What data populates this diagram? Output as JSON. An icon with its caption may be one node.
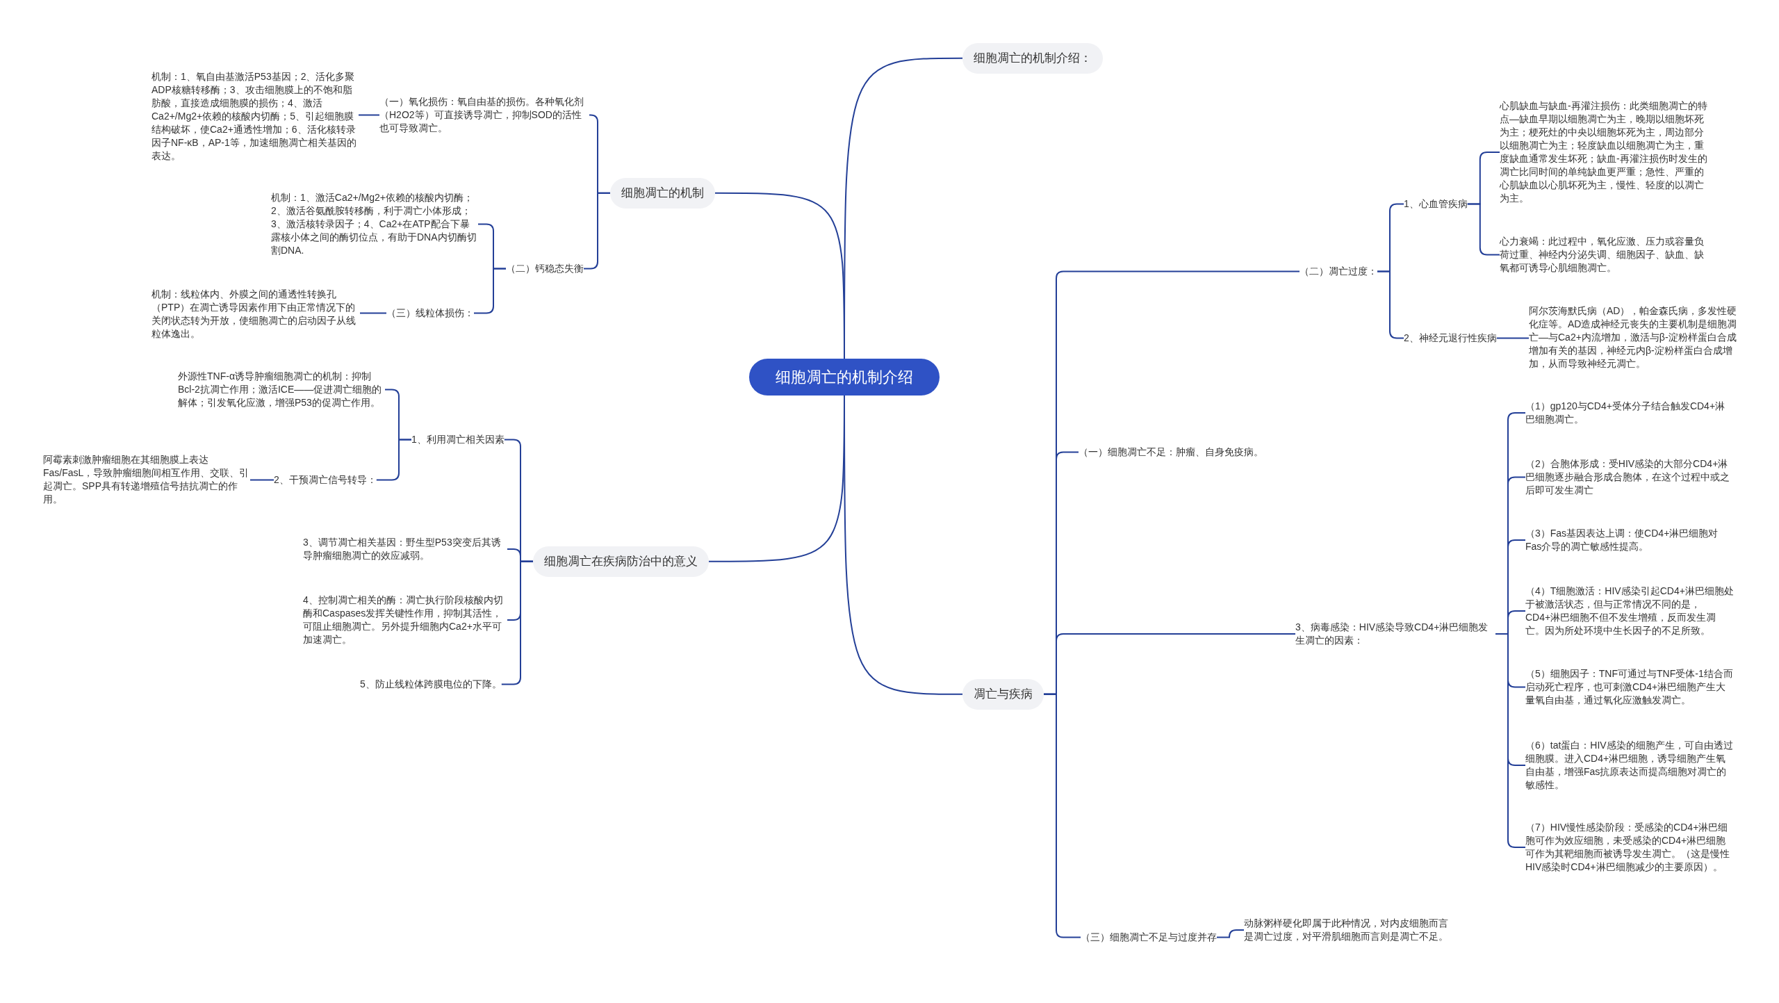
{
  "diagram": {
    "nodes": [
      {
        "text": [
          "细胞凋亡的机制介绍"
        ]
      },
      {
        "text": [
          "细胞凋亡的机制介绍："
        ]
      },
      {
        "text": [
          "细胞凋亡的机制"
        ]
      },
      {
        "text": [
          "（一）氧化损伤：氧自由基的损伤。各种氧化剂（H2O2等）可直接诱导凋亡，抑制SOD的活性也可导致凋亡。"
        ]
      },
      {
        "text": [
          "机制：1、氧自由基激活P53基因；2、活化多聚ADP核糖转移酶；3、攻击细胞膜上的不饱和脂肪酸，直接造成细胞膜的损伤；4、激活Ca2+/Mg2+依赖的核酸内切酶；5、引起细胞膜结构破坏，使Ca2+通透性增加；6、活化核转录因子NF-κB，AP-1等，加速细胞凋亡相关基因的表达。"
        ]
      },
      {
        "text": [
          "（二）钙稳态失衡"
        ]
      },
      {
        "text": [
          "机制：1、激活Ca2+/Mg2+依赖的核酸内切酶；2、激活谷氨酰胺转移酶，利于凋亡小体形成；3、激活核转录因子；4、Ca2+在ATP配合下暴露核小体之间的酶切位点，有助于DNA内切酶切割DNA."
        ]
      },
      {
        "text": [
          "（三）线粒体损伤："
        ]
      },
      {
        "text": [
          "机制：线粒体内、外膜之间的通透性转换孔（PTP）在凋亡诱导因素作用下由正常情况下的关闭状态转为开放，使细胞凋亡的启动因子从线粒体逸出。"
        ]
      },
      {
        "text": [
          "细胞凋亡在疾病防治中的意义"
        ]
      },
      {
        "text": [
          "1、利用凋亡相关因素"
        ]
      },
      {
        "text": [
          "外源性TNF-α诱导肿瘤细胞凋亡的机制：抑制Bcl-2抗凋亡作用；激活ICE——促进凋亡细胞的解体；引发氧化应激，增强P53的促凋亡作用。"
        ]
      },
      {
        "text": [
          "2、干预凋亡信号转导："
        ]
      },
      {
        "text": [
          "阿霉素刺激肿瘤细胞在其细胞膜上表达Fas/FasL，导致肿瘤细胞间相互作用、交联、引起凋亡。SPP具有转递增殖信号拮抗凋亡的作用。"
        ]
      },
      {
        "text": [
          "3、调节凋亡相关基因：野生型P53突变后其诱导肿瘤细胞凋亡的效应减弱。"
        ]
      },
      {
        "text": [
          "4、控制凋亡相关的酶：凋亡执行阶段核酸内切酶和Caspases发挥关键性作用，抑制其活性，可阻止细胞凋亡。另外提升细胞内Ca2+水平可加速凋亡。"
        ]
      },
      {
        "text": [
          "5、防止线粒体跨膜电位的下降。"
        ]
      },
      {
        "text": [
          "凋亡与疾病"
        ]
      },
      {
        "text": [
          "（一）细胞凋亡不足：肿瘤、自身免疫病。"
        ]
      },
      {
        "text": [
          "（二）凋亡过度："
        ]
      },
      {
        "text": [
          "1、心血管疾病"
        ]
      },
      {
        "text": [
          "心肌缺血与缺血-再灌注损伤：此类细胞凋亡的特点—缺血早期以细胞凋亡为主，晚期以细胞坏死为主；梗死灶的中央以细胞坏死为主，周边部分以细胞凋亡为主；轻度缺血以细胞凋亡为主，重度缺血通常发生坏死；缺血-再灌注损伤时发生的凋亡比同时间的单纯缺血更严重；急性、严重的心肌缺血以心肌坏死为主，慢性、轻度的以凋亡为主。"
        ]
      },
      {
        "text": [
          "心力衰竭：此过程中，氧化应激、压力或容量负荷过重、神经内分泌失调、细胞因子、缺血、缺氧都可诱导心肌细胞凋亡。"
        ]
      },
      {
        "text": [
          "2、神经元退行性疾病"
        ]
      },
      {
        "text": [
          "阿尔茨海默氏病（AD），帕金森氏病，多发性硬化症等。AD造成神经元丧失的主要机制是细胞凋亡—与Ca2+内流增加，激活与β-淀粉样蛋白合成增加有关的基因，神经元内β-淀粉样蛋白合成增加，从而导致神经元凋亡。"
        ]
      },
      {
        "text": [
          "3、病毒感染：HIV感染导致CD4+淋巴细胞发生凋亡的因素："
        ]
      },
      {
        "text": [
          "（1）gp120与CD4+受体分子结合触发CD4+淋巴细胞凋亡。"
        ]
      },
      {
        "text": [
          "（2）合胞体形成：受HIV感染的大部分CD4+淋巴细胞逐步融合形成合胞体，在这个过程中或之后即可发生凋亡"
        ]
      },
      {
        "text": [
          "（3）Fas基因表达上调：使CD4+淋巴细胞对Fas介导的凋亡敏感性提高。"
        ]
      },
      {
        "text": [
          "（4）T细胞激活：HIV感染引起CD4+淋巴细胞处于被激活状态，但与正常情况不同的是，CD4+淋巴细胞不但不发生增殖，反而发生凋亡。因为所处环境中生长因子的不足所致。"
        ]
      },
      {
        "text": [
          "（5）细胞因子：TNF可通过与TNF受体-1结合而启动死亡程序，也可刺激CD4+淋巴细胞产生大量氧自由基，通过氧化应激触发凋亡。"
        ]
      },
      {
        "text": [
          "（6）tat蛋白：HIV感染的细胞产生，可自由透过细胞膜。进入CD4+淋巴细胞，诱导细胞产生氧自由基，增强Fas抗原表达而提高细胞对凋亡的敏感性。"
        ]
      },
      {
        "text": [
          "（7）HIV慢性感染阶段：受感染的CD4+淋巴细胞可作为效应细胞，未受感染的CD4+淋巴细胞可作为其靶细胞而被诱导发生凋亡。（这是慢性HIV感染时CD4+淋巴细胞减少的主要原因）。"
        ]
      },
      {
        "text": [
          "（三）细胞凋亡不足与过度并存"
        ]
      },
      {
        "text": [
          "动脉粥样硬化即属于此种情况，对内皮细胞而言是凋亡过度，对平滑肌细胞而言则是凋亡不足。"
        ]
      }
    ],
    "edges": [
      {
        "from": 0,
        "to": 1,
        "arrow": "none"
      },
      {
        "from": 0,
        "to": 2,
        "arrow": "none"
      },
      {
        "from": 2,
        "to": 3,
        "arrow": "none"
      },
      {
        "from": 3,
        "to": 4,
        "arrow": "none"
      },
      {
        "from": 2,
        "to": 5,
        "arrow": "none"
      },
      {
        "from": 5,
        "to": 6,
        "arrow": "none"
      },
      {
        "from": 5,
        "to": 7,
        "arrow": "none"
      },
      {
        "from": 7,
        "to": 8,
        "arrow": "none"
      },
      {
        "from": 0,
        "to": 9,
        "arrow": "none"
      },
      {
        "from": 9,
        "to": 10,
        "arrow": "none"
      },
      {
        "from": 10,
        "to": 11,
        "arrow": "none"
      },
      {
        "from": 10,
        "to": 12,
        "arrow": "none"
      },
      {
        "from": 12,
        "to": 13,
        "arrow": "none"
      },
      {
        "from": 9,
        "to": 14,
        "arrow": "none"
      },
      {
        "from": 9,
        "to": 15,
        "arrow": "none"
      },
      {
        "from": 9,
        "to": 16,
        "arrow": "none"
      },
      {
        "from": 0,
        "to": 17,
        "arrow": "none"
      },
      {
        "from": 17,
        "to": 18,
        "arrow": "none"
      },
      {
        "from": 17,
        "to": 19,
        "arrow": "none"
      },
      {
        "from": 19,
        "to": 20,
        "arrow": "none"
      },
      {
        "from": 20,
        "to": 21,
        "arrow": "none"
      },
      {
        "from": 20,
        "to": 22,
        "arrow": "none"
      },
      {
        "from": 19,
        "to": 23,
        "arrow": "none"
      },
      {
        "from": 23,
        "to": 24,
        "arrow": "none"
      },
      {
        "from": 17,
        "to": 25,
        "arrow": "none"
      },
      {
        "from": 25,
        "to": 26,
        "arrow": "none"
      },
      {
        "from": 25,
        "to": 27,
        "arrow": "none"
      },
      {
        "from": 25,
        "to": 28,
        "arrow": "none"
      },
      {
        "from": 25,
        "to": 29,
        "arrow": "none"
      },
      {
        "from": 25,
        "to": 30,
        "arrow": "none"
      },
      {
        "from": 25,
        "to": 31,
        "arrow": "none"
      },
      {
        "from": 25,
        "to": 32,
        "arrow": "none"
      },
      {
        "from": 17,
        "to": 33,
        "arrow": "none"
      },
      {
        "from": 33,
        "to": 34,
        "arrow": "none"
      }
    ]
  }
}
